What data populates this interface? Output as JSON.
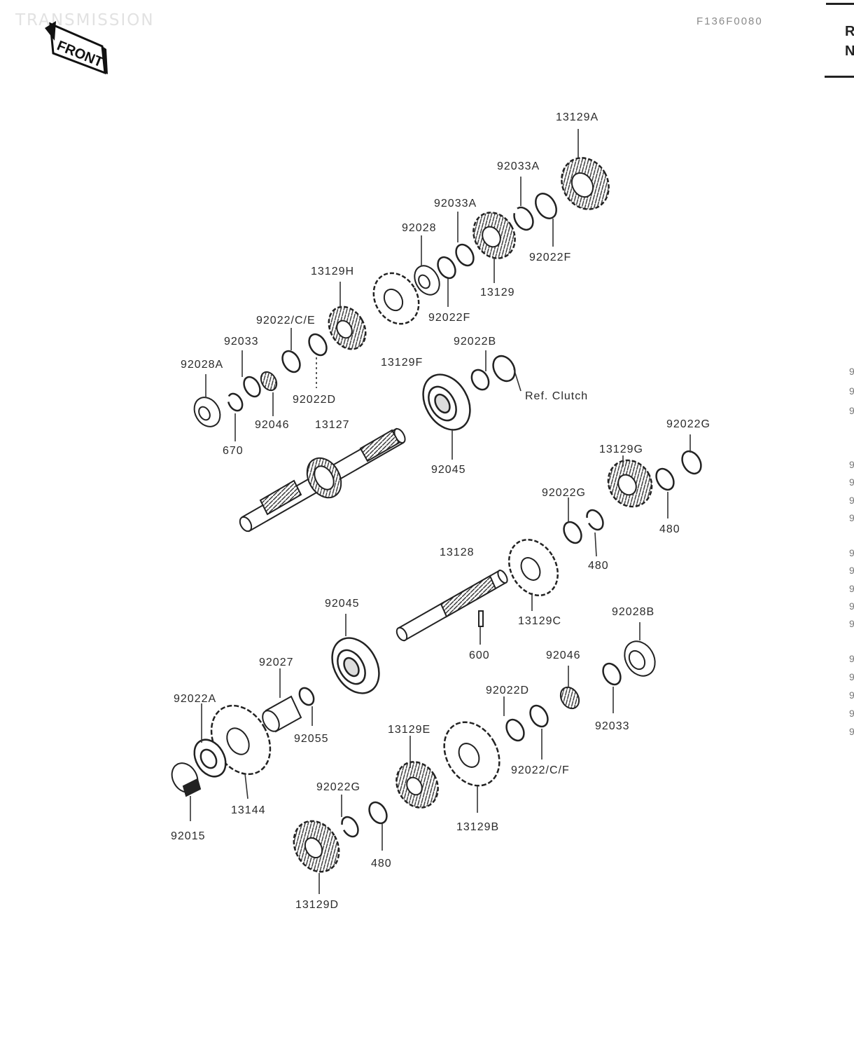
{
  "header": {
    "title": "TRANSMISSION",
    "code": "F136F0080",
    "front_label": "FRONT"
  },
  "side_panel": {
    "letters": [
      "R",
      "N"
    ],
    "margin_ticks": [
      "9",
      "9",
      "9",
      "9",
      "9",
      "9",
      "9",
      "9",
      "9",
      "9",
      "9",
      "9",
      "9",
      "9",
      "9",
      "9",
      "9"
    ]
  },
  "callouts": {
    "p13129A": "13129A",
    "p92033A_top": "92033A",
    "p92033A_mid": "92033A",
    "p92028": "92028",
    "p92022F": "92022F",
    "p13129": "13129",
    "p92022F_lower": "92022F",
    "p13129H": "13129H",
    "p92022CE": "92022/C/E",
    "p92033_left": "92033",
    "p92028A": "92028A",
    "p92022D_top": "92022D",
    "p13129F": "13129F",
    "p92022B": "92022B",
    "p_ref_clutch": "Ref.  Clutch",
    "p92046_left": "92046",
    "p670": "670",
    "p13127": "13127",
    "p92045_top": "92045",
    "p92022G_top": "92022G",
    "p13129G": "13129G",
    "p92022G_mid": "92022G",
    "p480_right": "480",
    "p480_mid": "480",
    "p13128": "13128",
    "p13129C": "13129C",
    "p600": "600",
    "p92045_mid": "92045",
    "p92028B": "92028B",
    "p92046_right": "92046",
    "p92027": "92027",
    "p92022D_bottom": "92022D",
    "p92022A": "92022A",
    "p92055": "92055",
    "p92033_right": "92033",
    "p13129E": "13129E",
    "p92022CF": "92022/C/F",
    "p13144": "13144",
    "p92015": "92015",
    "p92022G_bottom": "92022G",
    "p13129B": "13129B",
    "p480_bottom": "480",
    "p13129D": "13129D"
  }
}
